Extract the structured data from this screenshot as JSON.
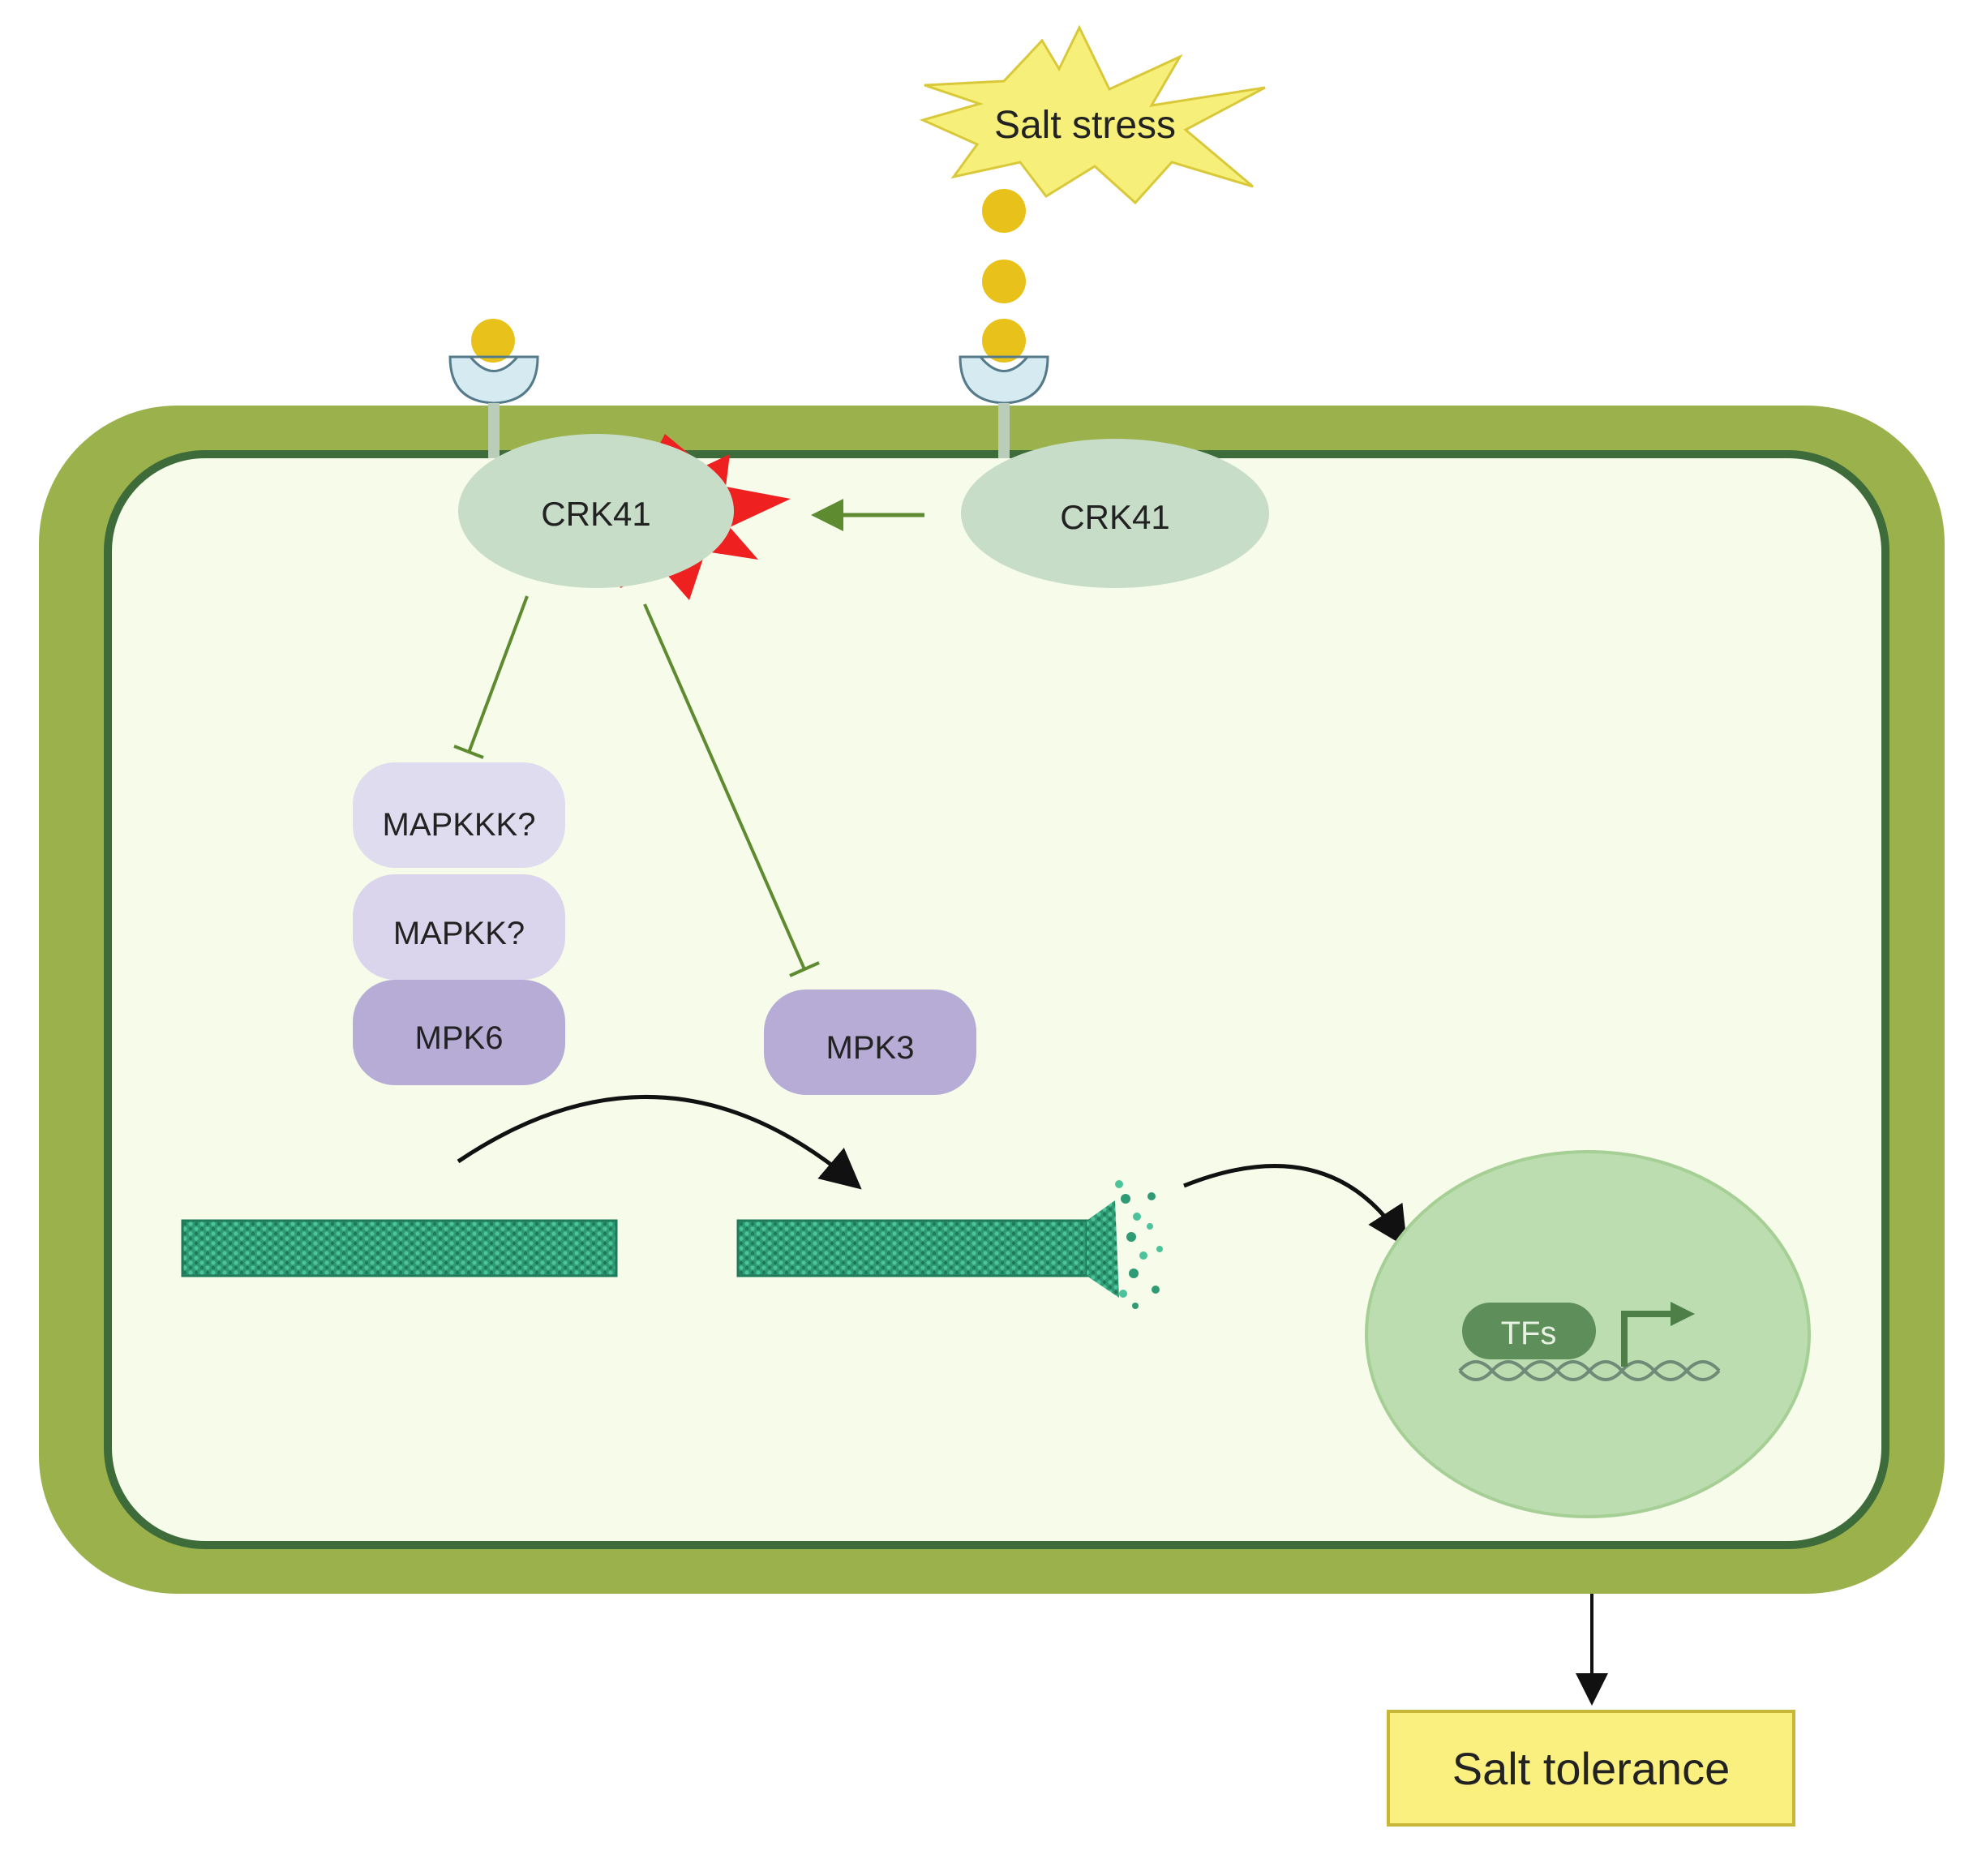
{
  "stimulus": {
    "label": "Salt stress"
  },
  "receptors": {
    "crk41_activated": "CRK41",
    "crk41_inactive": "CRK41"
  },
  "kinases": {
    "mapkkk": "MAPKKK?",
    "mapkk": "MAPKK?",
    "mpk6": "MPK6",
    "mpk3": "MPK3"
  },
  "nucleus": {
    "tfs": "TFs"
  },
  "outcome": {
    "label": "Salt tolerance"
  },
  "colors": {
    "cell_wall": "#9BB24C",
    "membrane": "#3E6B3A",
    "cytoplasm": "#F6FBEA",
    "receptor": "#C7DDC8",
    "activation_burst": "#EE2020",
    "stimulus_star": "#F6F07A",
    "ligand": "#E8C21B",
    "mapkkk_box": "#E0DCEF",
    "mapkk_box": "#DAD5EC",
    "mpk_box": "#B6ACD6",
    "microtubule": "#2E9B75",
    "nucleus": "#BCDDAF",
    "tfs_pill": "#5E8E5A",
    "outcome_box": "#F9F07F",
    "inhibition_line": "#5E8A30"
  }
}
